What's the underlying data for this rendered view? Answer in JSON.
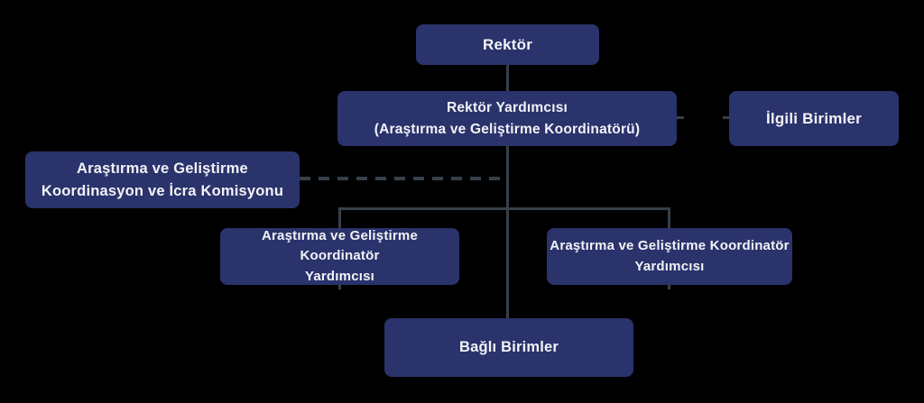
{
  "diagram": {
    "type": "org-chart",
    "background_color": "#000000",
    "node_color": "#2a336b",
    "line_color": "#374049",
    "text_color": "#f2f3f7",
    "nodes": [
      {
        "id": "rektor",
        "label": "Rektör"
      },
      {
        "id": "rektor-yardimcisi",
        "label": "Rektör Yardımcısı\n(Araştırma ve Geliştirme Koordinatörü)"
      },
      {
        "id": "ilgili-birimler",
        "label": "İlgili Birimler"
      },
      {
        "id": "arge-komisyonu",
        "label": "Araştırma ve Geliştirme\nKoordinasyon ve İcra Komisyonu"
      },
      {
        "id": "koordinator-yardimcisi-sol",
        "label": "Araştırma ve Geliştirme Koordinatör\nYardımcısı"
      },
      {
        "id": "koordinator-yardimcisi-sag",
        "label": "Araştırma ve Geliştirme Koordinatör\nYardımcısı"
      },
      {
        "id": "bagli-birimler",
        "label": "Bağlı Birimler"
      }
    ],
    "edges": [
      {
        "from": "rektor",
        "to": "rektor-yardimcisi",
        "style": "solid"
      },
      {
        "from": "rektor-yardimcisi",
        "to": "koordinator-yardimcisi-sol",
        "style": "solid"
      },
      {
        "from": "rektor-yardimcisi",
        "to": "koordinator-yardimcisi-sag",
        "style": "solid"
      },
      {
        "from": "rektor-yardimcisi",
        "to": "bagli-birimler",
        "style": "solid"
      },
      {
        "from": "arge-komisyonu",
        "to": "rektor-yardimcisi",
        "style": "dashed"
      },
      {
        "from": "rektor-yardimcisi",
        "to": "ilgili-birimler",
        "style": "stub"
      }
    ]
  }
}
